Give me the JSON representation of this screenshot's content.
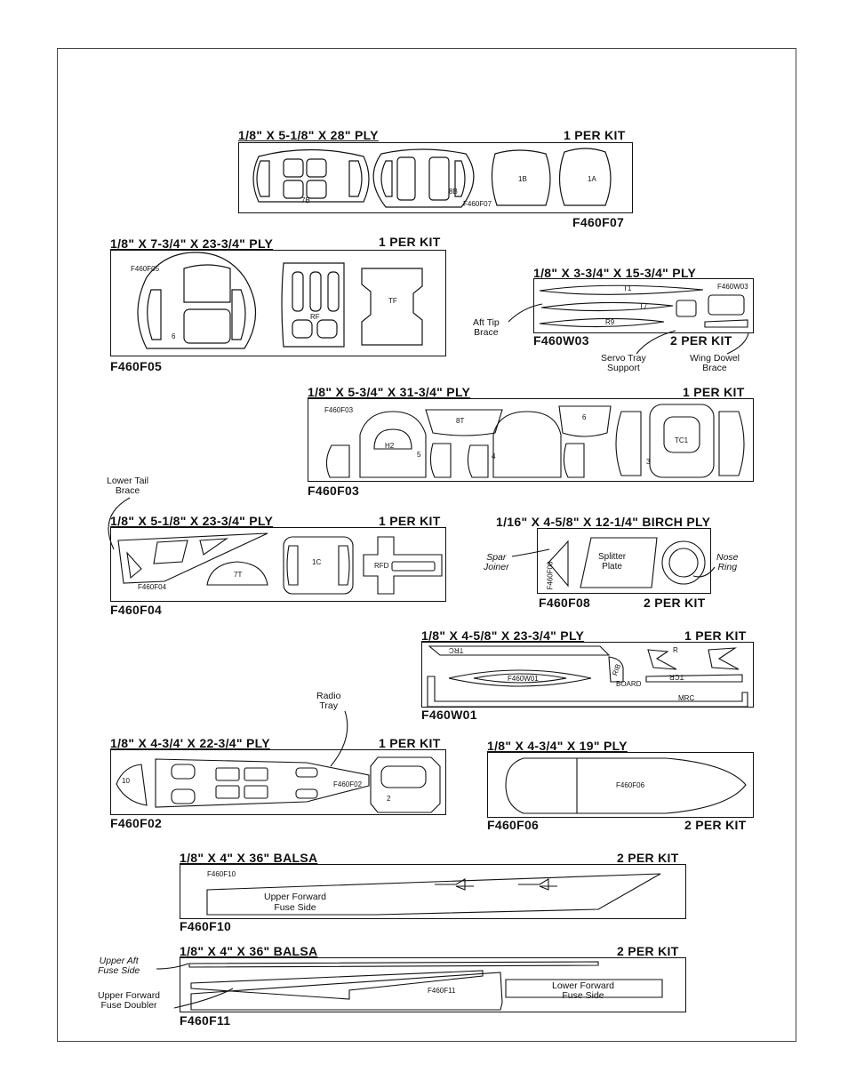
{
  "sheets": {
    "f07": {
      "spec": "1/8\" X 5-1/8\" X 28\" PLY",
      "qty": "1 PER KIT",
      "code": "F460F07",
      "print": "F460F07",
      "parts": {
        "p1": "7B",
        "p2": "8B",
        "p3": "1B",
        "p4": "1A"
      }
    },
    "f05": {
      "spec": "1/8\" X 7-3/4\" X 23-3/4\" PLY",
      "qty": "1 PER KIT",
      "code": "F460F05",
      "print": "F460F05",
      "parts": {
        "p1": "6",
        "p2": "RF",
        "p3": "TF"
      }
    },
    "w03": {
      "spec": "1/8\" X 3-3/4\" X 15-3/4\" PLY",
      "qty": "2 PER KIT",
      "code": "F460W03",
      "print": "F460W03",
      "parts": {
        "p1": "T1",
        "p2": "T7",
        "p3": "R9"
      },
      "notes": {
        "aft_tip": "Aft Tip\nBrace",
        "servo": "Servo Tray\nSupport",
        "dowel": "Wing Dowel\nBrace"
      }
    },
    "f03": {
      "spec": "1/8\" X 5-3/4\" X 31-3/4\" PLY",
      "qty": "1 PER KIT",
      "code": "F460F03",
      "print": "F460F03",
      "parts": {
        "p1": "H2",
        "p2": "5",
        "p3": "8T",
        "p4": "4",
        "p5": "6",
        "p6": "TC1",
        "p7": "3"
      }
    },
    "f04": {
      "spec": "1/8\" X 5-1/8\" X 23-3/4\" PLY",
      "qty": "1 PER KIT",
      "code": "F460F04",
      "print": "F460F04",
      "parts": {
        "p1": "7T",
        "p2": "1C",
        "p3": "RFD"
      },
      "notes": {
        "lower_tail": "Lower Tail\nBrace"
      }
    },
    "f08": {
      "spec": "1/16\" X 4-5/8\" X 12-1/4\" BIRCH PLY",
      "qty": "2 PER KIT",
      "code": "F460F08",
      "print": "F460F08",
      "parts": {
        "p1": "Splitter\nPlate"
      },
      "notes": {
        "spar": "Spar\nJoiner",
        "nose": "Nose\nRing"
      }
    },
    "w01": {
      "spec": "1/8\" X 4-5/8\" X 23-3/4\" PLY",
      "qty": "1 PER KIT",
      "code": "F460W01",
      "print": "F460W01",
      "parts": {
        "p1": "TRC",
        "p2": "RIB",
        "p3": "BOARD",
        "p4": "TCR",
        "p5": "MRC",
        "p6": "R"
      }
    },
    "f02": {
      "spec": "1/8\" X 4-3/4' X 22-3/4\" PLY",
      "qty": "1 PER KIT",
      "code": "F460F02",
      "print": "F460F02",
      "parts": {
        "p1": "10",
        "p2": "2"
      },
      "notes": {
        "radio": "Radio\nTray"
      }
    },
    "f06": {
      "spec": "1/8\" X 4-3/4\" X 19\" PLY",
      "qty": "2 PER KIT",
      "code": "F460F06",
      "print": "F460F06"
    },
    "f10": {
      "spec": "1/8\" X 4\" X 36\" BALSA",
      "qty": "2 PER KIT",
      "code": "F460F10",
      "print": "F460F10",
      "parts": {
        "p1": "Upper Forward\nFuse Side"
      }
    },
    "f11": {
      "spec": "1/8\" X 4\" X 36\" BALSA",
      "qty": "2 PER KIT",
      "code": "F460F11",
      "print": "F460F11",
      "parts": {
        "p1": "Lower Forward\nFuse Side"
      },
      "notes": {
        "aft": "Upper Aft\nFuse Side",
        "doubler": "Upper Forward\nFuse Doubler"
      }
    }
  }
}
